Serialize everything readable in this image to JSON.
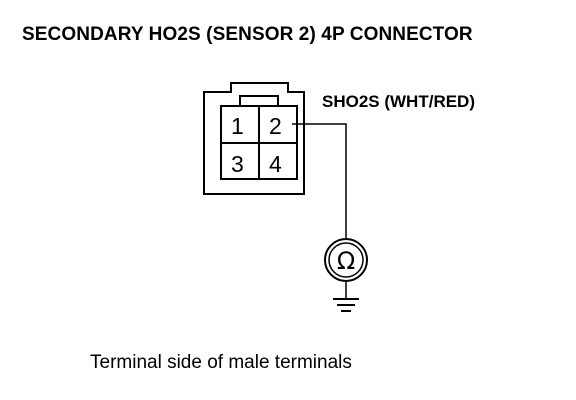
{
  "title": "SECONDARY HO2S (SENSOR 2) 4P CONNECTOR",
  "wire_label": "SHO2S (WHT/RED)",
  "connector": {
    "pins": [
      "1",
      "2",
      "3",
      "4"
    ],
    "probed_pin": "2"
  },
  "meter": {
    "symbol": "Ω",
    "icon": "ohmmeter-icon"
  },
  "ground_icon": "ground-icon",
  "caption": "Terminal side of male terminals"
}
